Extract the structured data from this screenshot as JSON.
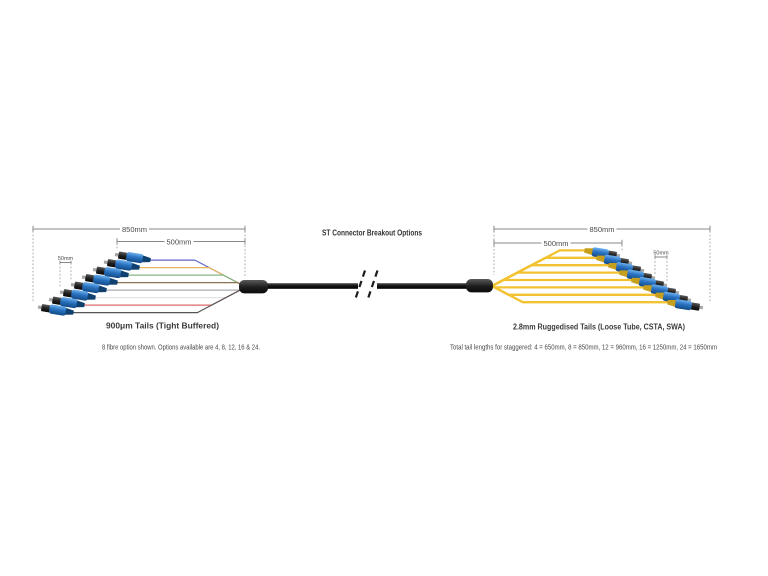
{
  "title": "ST Connector Breakout Options",
  "left": {
    "dim_850": "850mm",
    "dim_500": "500mm",
    "dim_50": "50mm",
    "caption": "900μm Tails (Tight Buffered)",
    "note": "8 fibre option shown. Options available are 4, 8, 12, 16 & 24.",
    "fibre_count": 8,
    "fibre_names": [
      "blue",
      "orange",
      "green",
      "brown",
      "slate",
      "white",
      "red",
      "black"
    ],
    "fibre_hex": [
      "#6066C9",
      "#E8B45A",
      "#84B884",
      "#8B7250",
      "#A8ACB2",
      "#E3E3E3",
      "#DA6A6A",
      "#555555"
    ]
  },
  "right": {
    "dim_850": "850mm",
    "dim_500": "500mm",
    "dim_50": "50mm",
    "caption": "2.8mm Ruggedised Tails (Loose Tube, CSTA, SWA)",
    "note": "Total tail lengths for staggered: 4 = 650mm, 8 = 850mm, 12 = 960mm, 16 = 1250mm, 24 = 1650mm",
    "fibre_count": 8,
    "tail_hex": "#F2C230"
  },
  "colors": {
    "connector_body_blue": "#2A72C0",
    "cable_black": "#1E1E1E"
  }
}
